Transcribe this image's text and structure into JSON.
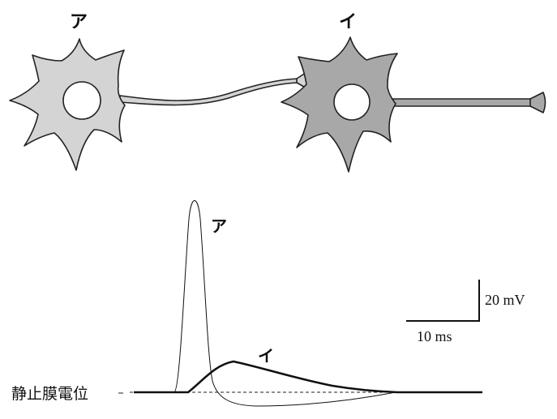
{
  "neurons": {
    "a_label": "ア",
    "b_label": "イ"
  },
  "traces": {
    "a_label": "ア",
    "b_label": "イ"
  },
  "scale_bar": {
    "voltage_label": "20 mV",
    "time_label": "10 ms"
  },
  "resting_potential_label": "静止膜電位",
  "colors": {
    "neuron_a_fill": "#d4d4d4",
    "neuron_b_fill": "#a8a8a8",
    "outline": "#222222"
  }
}
